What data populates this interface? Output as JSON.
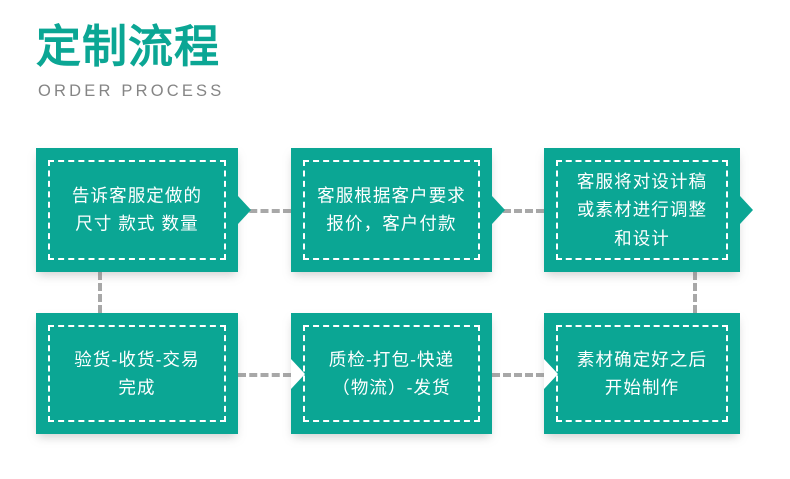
{
  "header": {
    "title": "定制流程",
    "subtitle": "ORDER PROCESS"
  },
  "colors": {
    "brand_green": "#0BA694",
    "subtitle_gray": "#858585",
    "connector_gray": "#a8a8a8",
    "box_text": "#ffffff",
    "background": "#ffffff"
  },
  "flow": {
    "steps": [
      {
        "id": "step-1",
        "order": 1,
        "text": "告诉客服定做的\n尺寸 款式 数量",
        "lines": [
          "告诉客服定做的",
          "尺寸 款式 数量"
        ],
        "arrow": "right"
      },
      {
        "id": "step-2",
        "order": 2,
        "text": "客服根据客户要求\n报价，客户付款",
        "lines": [
          "客服根据客户要求",
          "报价，客户付款"
        ],
        "arrow": "right"
      },
      {
        "id": "step-3",
        "order": 3,
        "text": "客服将对设计稿\n或素材进行调整\n和设计",
        "lines": [
          "客服将对设计稿",
          "或素材进行调整",
          "和设计"
        ],
        "arrow": "right"
      },
      {
        "id": "step-4",
        "order": 6,
        "text": "验货-收货-交易\n完成",
        "lines": [
          "验货-收货-交易",
          "完成"
        ],
        "arrow": "none"
      },
      {
        "id": "step-5",
        "order": 5,
        "text": "质检-打包-快递\n（物流）-发货",
        "lines": [
          "质检-打包-快递",
          "（物流）-发货"
        ],
        "arrow": "notch-left"
      },
      {
        "id": "step-6",
        "order": 4,
        "text": "素材确定好之后\n开始制作",
        "lines": [
          "素材确定好之后",
          "开始制作"
        ],
        "arrow": "notch-left"
      }
    ],
    "connectors": [
      {
        "id": "conn-1-2",
        "type": "horizontal",
        "from": "step-1",
        "to": "step-2"
      },
      {
        "id": "conn-2-3",
        "type": "horizontal",
        "from": "step-2",
        "to": "step-3"
      },
      {
        "id": "conn-3-6",
        "type": "vertical",
        "from": "step-3",
        "to": "step-6"
      },
      {
        "id": "conn-6-5",
        "type": "horizontal",
        "from": "step-6",
        "to": "step-5"
      },
      {
        "id": "conn-5-4",
        "type": "horizontal",
        "from": "step-5",
        "to": "step-4"
      },
      {
        "id": "conn-4-1",
        "type": "vertical",
        "from": "step-1",
        "to": "step-4"
      }
    ]
  }
}
